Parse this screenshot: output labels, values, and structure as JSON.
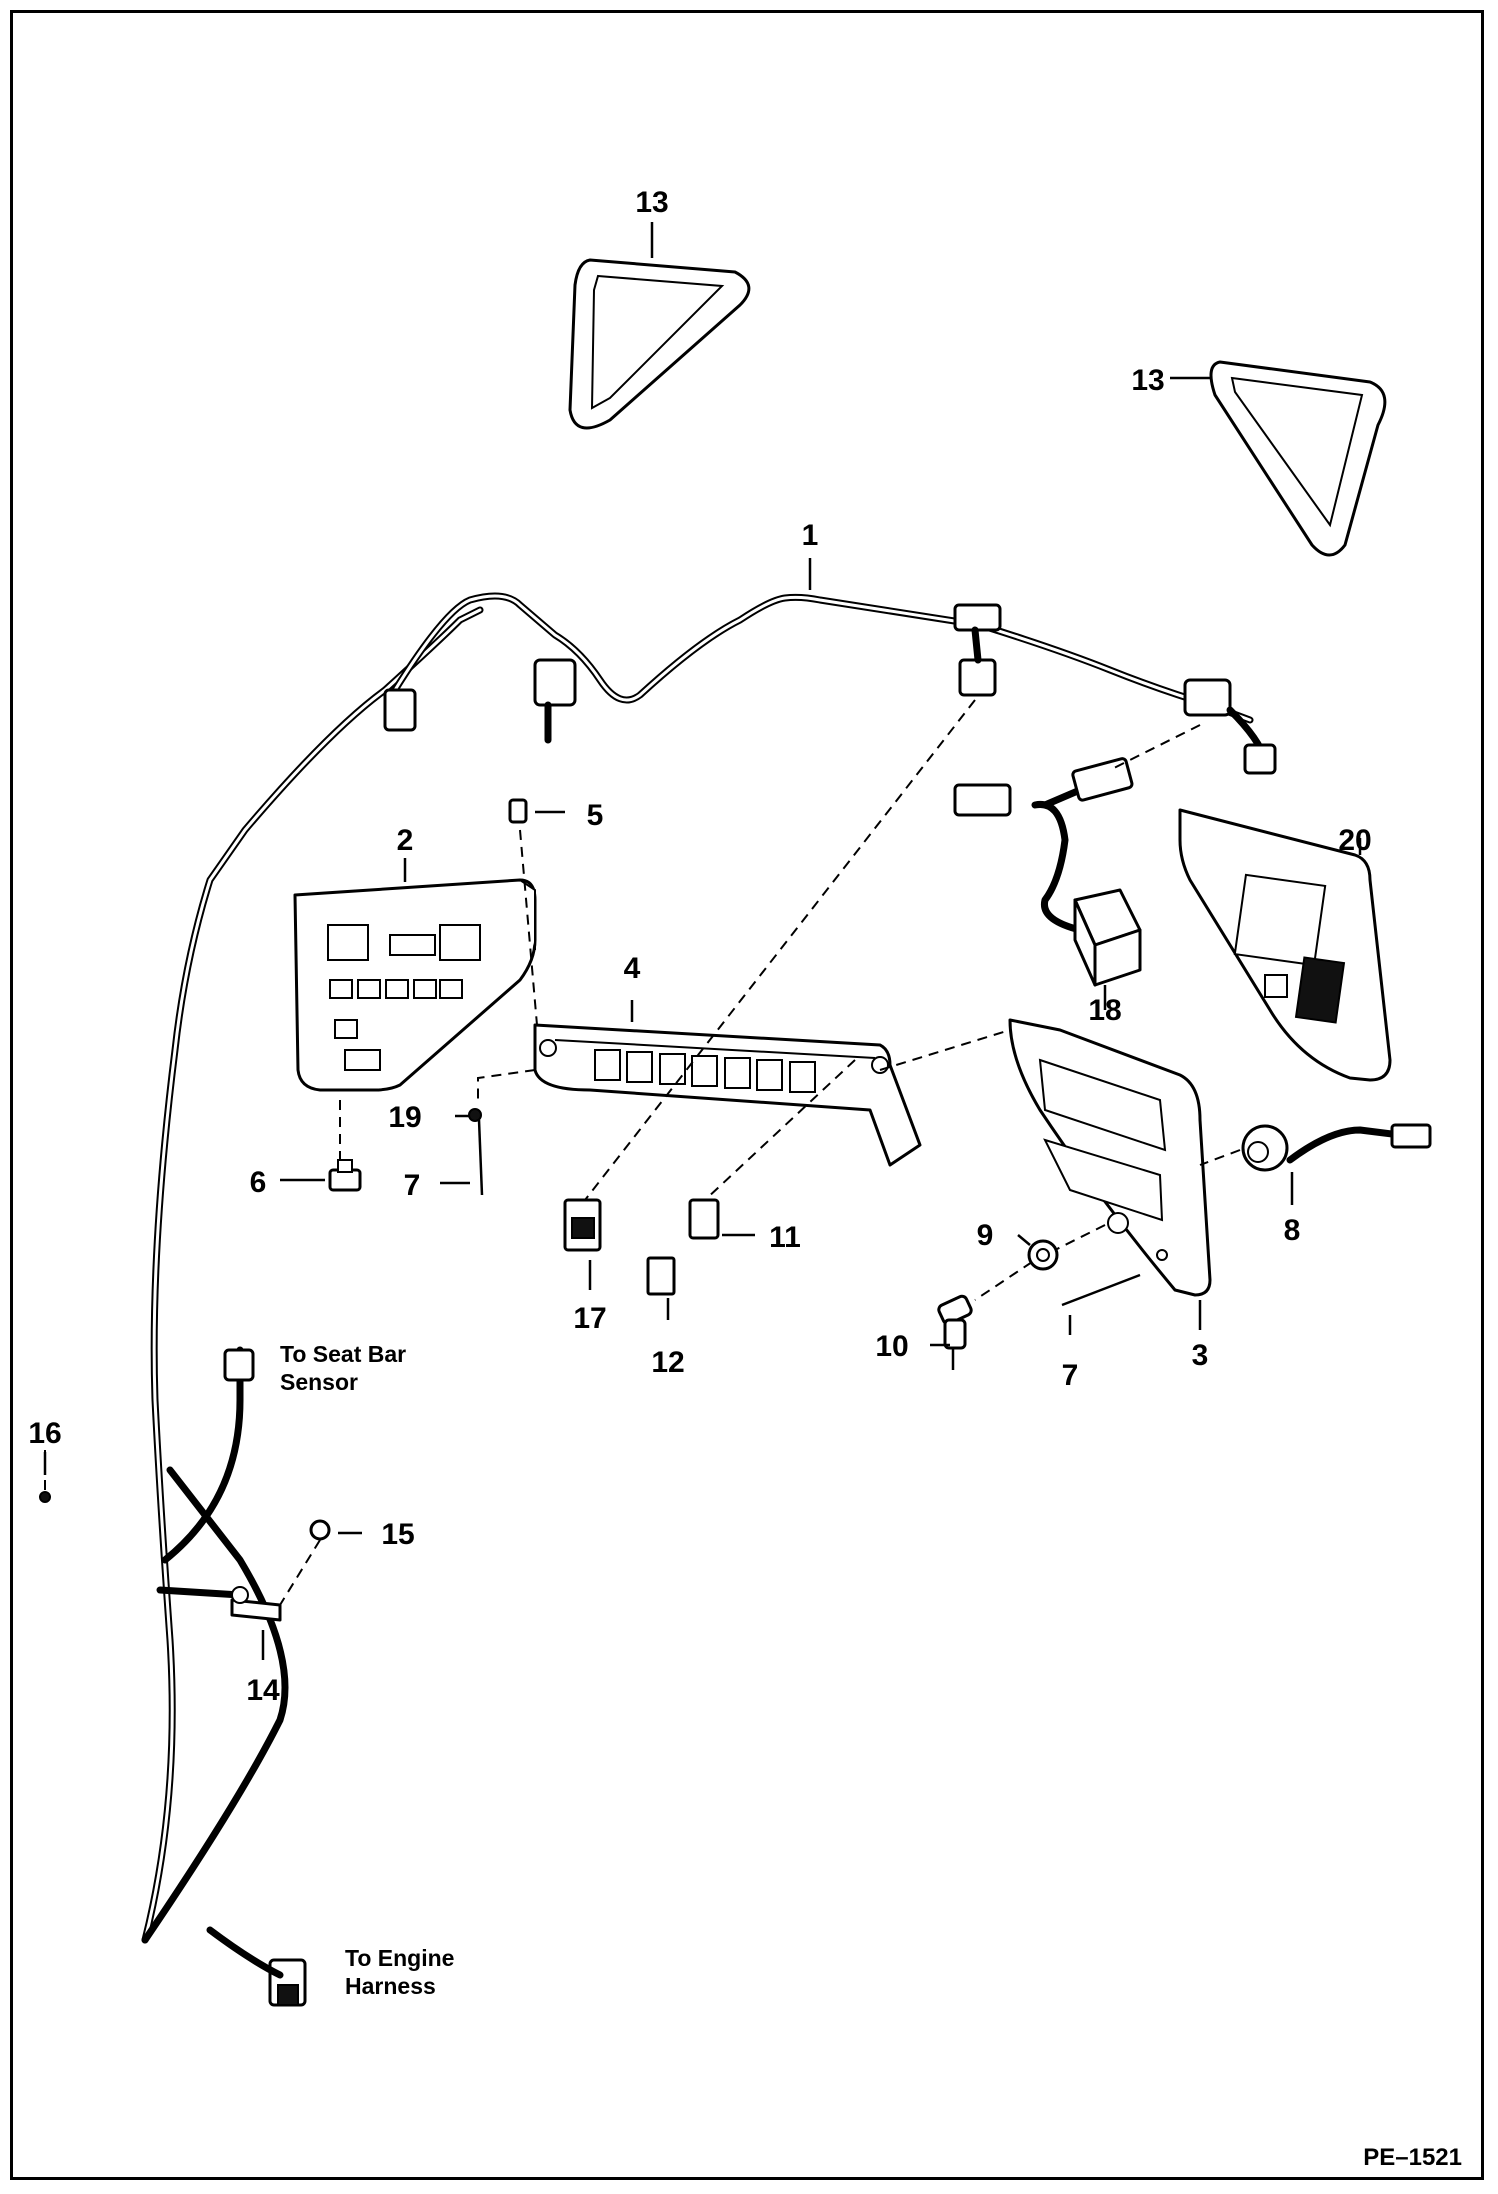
{
  "diagram": {
    "document_id": "PE–1521",
    "callouts": {
      "c1": "1",
      "c2": "2",
      "c3": "3",
      "c4": "4",
      "c5": "5",
      "c6": "6",
      "c7a": "7",
      "c7b": "7",
      "c8": "8",
      "c9": "9",
      "c10": "10",
      "c11": "11",
      "c12": "12",
      "c13a": "13",
      "c13b": "13",
      "c14": "14",
      "c15": "15",
      "c16": "16",
      "c17": "17",
      "c18": "18",
      "c19": "19",
      "c20": "20"
    },
    "notes": {
      "seat_bar_line1": "To Seat Bar",
      "seat_bar_line2": "Sensor",
      "engine_line1": "To Engine",
      "engine_line2": "Harness"
    }
  }
}
